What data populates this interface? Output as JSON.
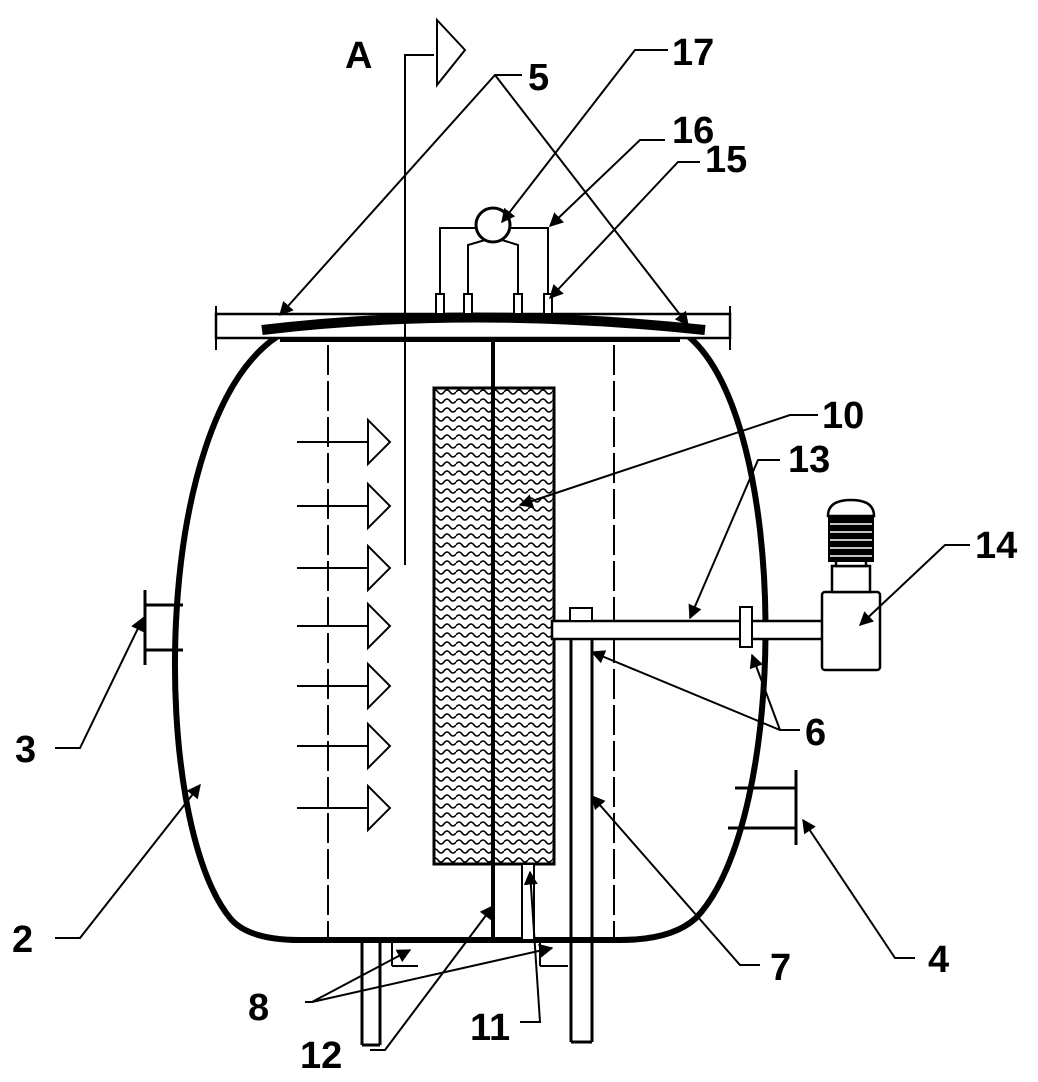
{
  "figure": {
    "section_marker": "A",
    "labels": {
      "l2": "2",
      "l3": "3",
      "l4": "4",
      "l5": "5",
      "l6": "6",
      "l7": "7",
      "l8": "8",
      "l10": "10",
      "l11": "11",
      "l12": "12",
      "l13": "13",
      "l14": "14",
      "l15": "15",
      "l16": "16",
      "l17": "17"
    }
  }
}
